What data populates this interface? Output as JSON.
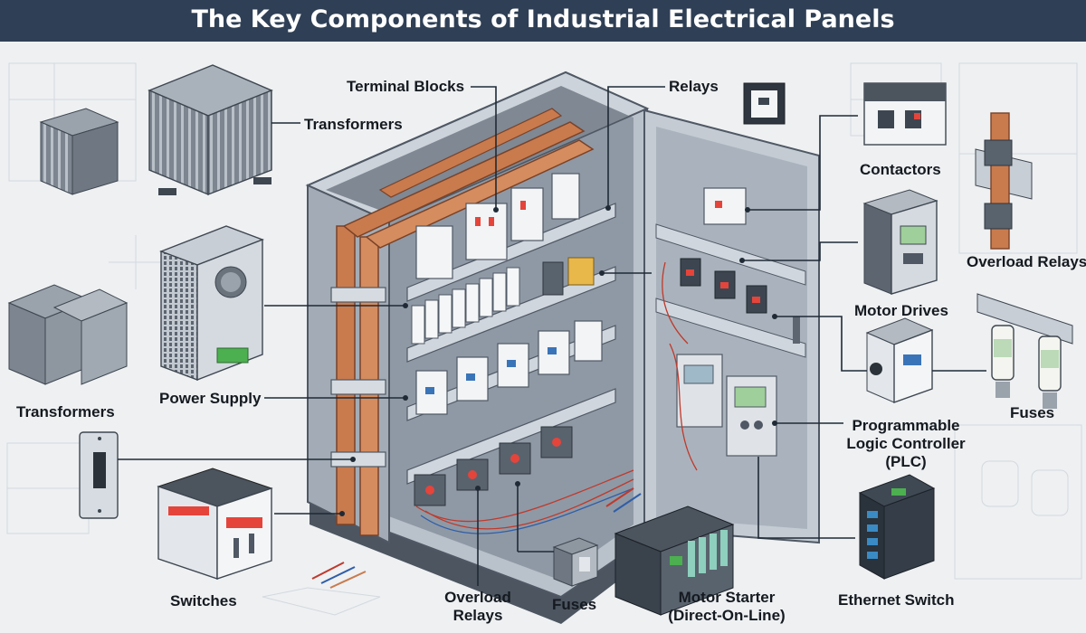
{
  "title": "The Key Components of Industrial Electrical Panels",
  "colors": {
    "header_bg": "#2f3f55",
    "copper": "#c97b4e",
    "panel_steel": "#a7b0bb",
    "leader_line": "#1f2a36",
    "ethernet_blue": "#3a8ac4"
  },
  "labels": {
    "terminal_blocks": "Terminal Blocks",
    "relays": "Relays",
    "transformers_top": "Transformers",
    "contactors": "Contactors",
    "overload_relays_right": "Overload Relays",
    "motor_drives": "Motor Drives",
    "power_supply": "Power Supply",
    "transformers_left": "Transformers",
    "fuses_right": "Fuses",
    "plc_line1": "Programmable",
    "plc_line2": "Logic Controller",
    "plc_line3": "(PLC)",
    "switches": "Switches",
    "overload_relays_bottom_1": "Overload",
    "overload_relays_bottom_2": "Relays",
    "fuses_bottom": "Fuses",
    "motor_starter_1": "Motor Starter",
    "motor_starter_2": "(Direct-On-Line)",
    "ethernet_switch": "Ethernet Switch"
  },
  "icons": [
    "transformer-small-icon",
    "transformer-large-icon",
    "power-supply-icon",
    "transformer-box-icon",
    "switch-icon",
    "circuit-breaker-icon",
    "contactor-icon",
    "motor-drive-icon",
    "overload-relay-icon",
    "fuse-holder-icon",
    "motor-starter-icon",
    "ethernet-switch-icon",
    "relay-icon",
    "plc-icon",
    "fuse-block-icon",
    "electrical-cabinet-icon"
  ]
}
